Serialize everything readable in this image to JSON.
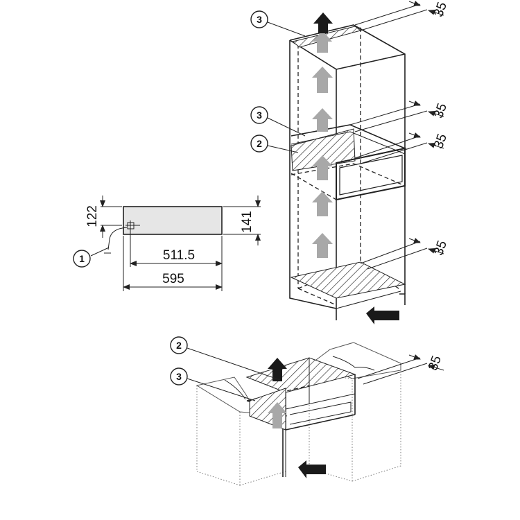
{
  "callouts": {
    "c1": "1",
    "c2": "2",
    "c3": "3"
  },
  "dimensions": {
    "gap_35": "35",
    "height_122": "122",
    "height_141": "141",
    "width_511_5": "511.5",
    "width_595": "595"
  },
  "colors": {
    "line": "#222222",
    "appliance_fill": "#e6e6e6",
    "airflow_arrow": "#a8a8a8",
    "exhaust_arrow": "#1a1a1a"
  },
  "icons": {
    "airflow": "up-arrow-icon",
    "intake": "intake-arrow-icon",
    "callout": "circled-number-icon"
  }
}
